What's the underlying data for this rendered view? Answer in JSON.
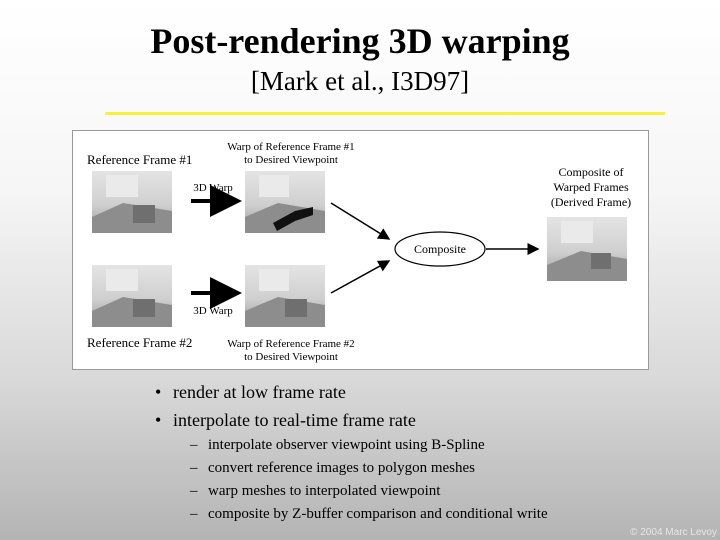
{
  "title": "Post-rendering 3D warping",
  "subtitle": "[Mark et al., I3D97]",
  "figure": {
    "ref1": "Reference Frame #1",
    "ref2": "Reference Frame #2",
    "warp1": [
      "Warp of Reference Frame #1",
      "to Desired Viewpoint"
    ],
    "warp2": [
      "Warp of Reference Frame #2",
      "to Desired Viewpoint"
    ],
    "warp_label": "3D Warp",
    "composite": "Composite",
    "result": [
      "Composite of",
      "Warped Frames",
      "(Derived Frame)"
    ]
  },
  "bullets": [
    "render at low frame rate",
    "interpolate to real-time frame rate"
  ],
  "subbullets": [
    "interpolate observer viewpoint using B-Spline",
    "convert reference images to polygon meshes",
    "warp meshes to interpolated viewpoint",
    "composite by Z-buffer comparison and conditional write"
  ],
  "copyright": "© 2004 Marc Levoy"
}
